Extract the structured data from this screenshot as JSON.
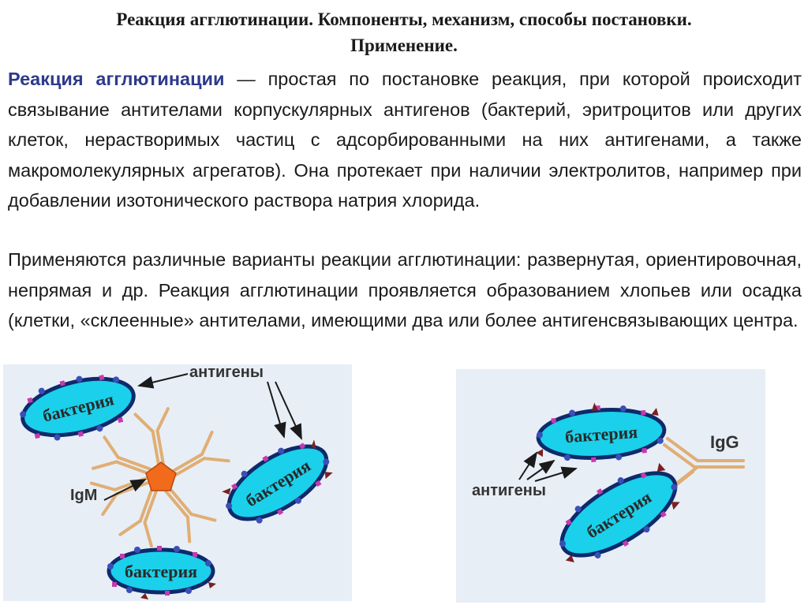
{
  "title": {
    "line1": "Реакция агглютинации. Компоненты, механизм, способы постановки.",
    "line2": "Применение."
  },
  "paragraph1": {
    "term": "Реакция агглютинации",
    "text": " — простая по постановке реакция, при которой происходит связывание антителами корпускулярных антигенов (бактерий, эритроцитов или других клеток, нерастворимых частиц с адсорбированными на них антигенами, а также макромолекулярных агрегатов). Она протекает при наличии электролитов, например при добавлении изотонического раствора натрия хлорида."
  },
  "paragraph2": {
    "text": "Применяются различные варианты реакции агглютинации: развернутая, ориентировочная, непрямая и др. Реакция агглютинации проявляется образованием хлопьев или осадка (клетки, «склеенные» антителами, имеющими два или более антигенсвязывающих центра."
  },
  "diagram_left": {
    "antigens_label": "антигены",
    "antibody_label": "IgM",
    "bacteria": [
      "бактерия",
      "бактерия",
      "бактерия"
    ]
  },
  "diagram_right": {
    "antigens_label": "антигены",
    "antibody_label": "IgG",
    "bacteria": [
      "бактерия",
      "бактерия"
    ]
  },
  "colors": {
    "bacteria_fill": "#1ad0ea",
    "bacteria_outline": "#0d2a6b",
    "antibody": "#e7b982",
    "igm_core": "#f26a1b",
    "title_term": "#2c3a8c"
  }
}
